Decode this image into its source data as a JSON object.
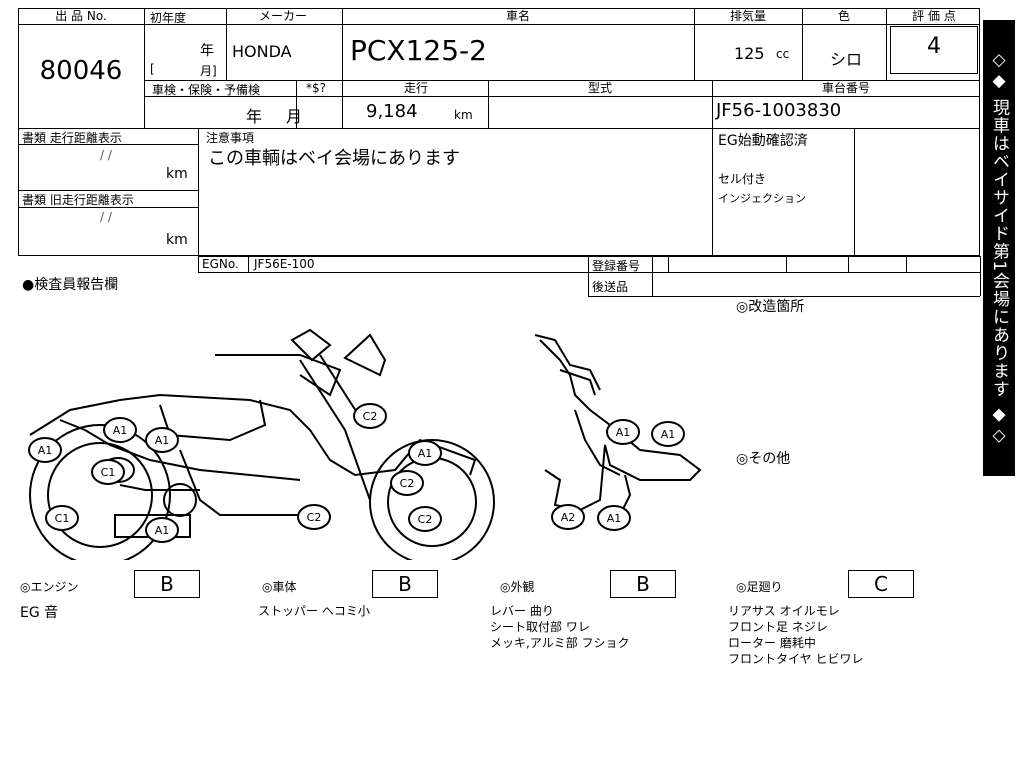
{
  "header": {
    "lot_no_label": "出 品 No.",
    "lot_no": "80046",
    "first_reg_label": "初年度",
    "year_char": "年",
    "month_char": "月]",
    "bracket_open": "[",
    "maker_label": "メーカー",
    "maker": "HONDA",
    "model_name_label": "車名",
    "model_name": "PCX125-2",
    "displacement_label": "排気量",
    "displacement": "125",
    "displacement_unit": "cc",
    "color_label": "色",
    "color": "シロ",
    "score_label": "評 価 点",
    "score": "4"
  },
  "row2": {
    "inspection_label": "車検・保険・予備検",
    "sw_label": "*$?",
    "mileage_label": "走行",
    "type_label": "型式",
    "frame_no_label": "車台番号",
    "inspection_year": "年",
    "inspection_month": "月",
    "mileage": "9,184",
    "mileage_unit": "km",
    "frame_no": "JF56-1003830"
  },
  "left_docs": {
    "doc_mileage_label": "書類 走行距離表示",
    "doc_mileage_slashes": "/ /",
    "doc_mileage_unit": "km",
    "doc_old_mileage_label": "書類 旧走行距離表示",
    "doc_old_mileage_slashes": "/ /",
    "doc_old_mileage_unit": "km"
  },
  "notes": {
    "label": "注意事項",
    "text": "この車輌はベイ会場にあります"
  },
  "engine_info": {
    "line1": "EG始動確認済",
    "line2": "セル付き",
    "line3": "インジェクション"
  },
  "eg": {
    "label": "EGNo.",
    "value": "JF56E-100",
    "reg_label": "登録番号",
    "shipping_label": "後送品"
  },
  "inspector_label": "●検査員報告欄",
  "modification_label": "◎改造箇所",
  "other_label": "◎その他",
  "diagram_marks": [
    "A1",
    "A1",
    "A1",
    "A1",
    "C1",
    "C1",
    "A1",
    "C2",
    "A1",
    "C2",
    "C2",
    "C2",
    "A1",
    "A1",
    "A2",
    "A1"
  ],
  "grades": {
    "engine": {
      "label": "◎エンジン",
      "grade": "B",
      "notes": [
        "EG 音"
      ]
    },
    "body": {
      "label": "◎車体",
      "grade": "B",
      "notes": [
        "ストッパー ヘコミ小"
      ]
    },
    "exterior": {
      "label": "◎外観",
      "grade": "B",
      "notes": [
        "レバー 曲り",
        "シート取付部 ワレ",
        "メッキ,アルミ部 フショク"
      ]
    },
    "suspension": {
      "label": "◎足廻り",
      "grade": "C",
      "notes": [
        "リアサス オイルモレ",
        "フロント足 ネジレ",
        "ローター 磨耗中",
        "フロントタイヤ ヒビワレ"
      ]
    }
  },
  "side_banner": "◇◆ 現車はベイサイド第1会場にあります ◆◇"
}
